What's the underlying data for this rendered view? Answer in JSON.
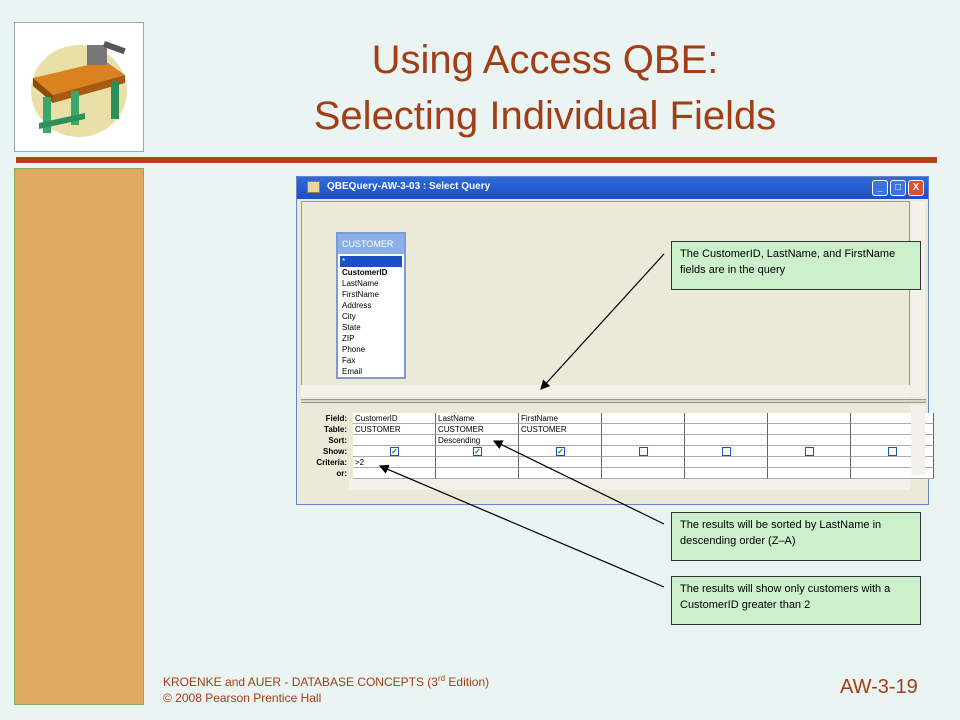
{
  "slide": {
    "title_line1": "Using Access QBE:",
    "title_line2": "Selecting Individual Fields",
    "footer_line1_pre": "KROENKE and AUER -  DATABASE CONCEPTS (3",
    "footer_line1_sup": "rd",
    "footer_line1_post": " Edition)",
    "footer_line2": "© 2008 Pearson Prentice Hall",
    "slide_number": "AW-3-19",
    "colors": {
      "title": "#a33d16",
      "bar": "#b5441a",
      "side": "#e0a962",
      "background": "#eaf4f2"
    }
  },
  "window": {
    "title": "QBEQuery-AW-3-03 : Select Query",
    "buttons": {
      "minimize": "_",
      "maximize": "□",
      "close": "X"
    }
  },
  "table": {
    "name": "CUSTOMER",
    "fields": [
      "*",
      "CustomerID",
      "LastName",
      "FirstName",
      "Address",
      "City",
      "State",
      "ZIP",
      "Phone",
      "Fax",
      "Email"
    ]
  },
  "grid": {
    "row_labels": [
      "Field:",
      "Table:",
      "Sort:",
      "Show:",
      "Criteria:",
      "or:"
    ],
    "columns": [
      {
        "field": "CustomerID",
        "table": "CUSTOMER",
        "sort": "",
        "show": true,
        "criteria": ">2"
      },
      {
        "field": "LastName",
        "table": "CUSTOMER",
        "sort": "Descending",
        "show": true,
        "criteria": ""
      },
      {
        "field": "FirstName",
        "table": "CUSTOMER",
        "sort": "",
        "show": true,
        "criteria": ""
      },
      {
        "field": "",
        "table": "",
        "sort": "",
        "show": false,
        "criteria": ""
      },
      {
        "field": "",
        "table": "",
        "sort": "",
        "show": false,
        "criteria": ""
      },
      {
        "field": "",
        "table": "",
        "sort": "",
        "show": false,
        "criteria": ""
      },
      {
        "field": "",
        "table": "",
        "sort": "",
        "show": false,
        "criteria": ""
      }
    ]
  },
  "callouts": {
    "fields": "The CustomerID, LastName, and FirstName fields are in the query",
    "sort": "The results will be sorted by LastName in descending order (Z–A)",
    "criteria": "The results will show only customers with a CustomerID greater than 2"
  }
}
